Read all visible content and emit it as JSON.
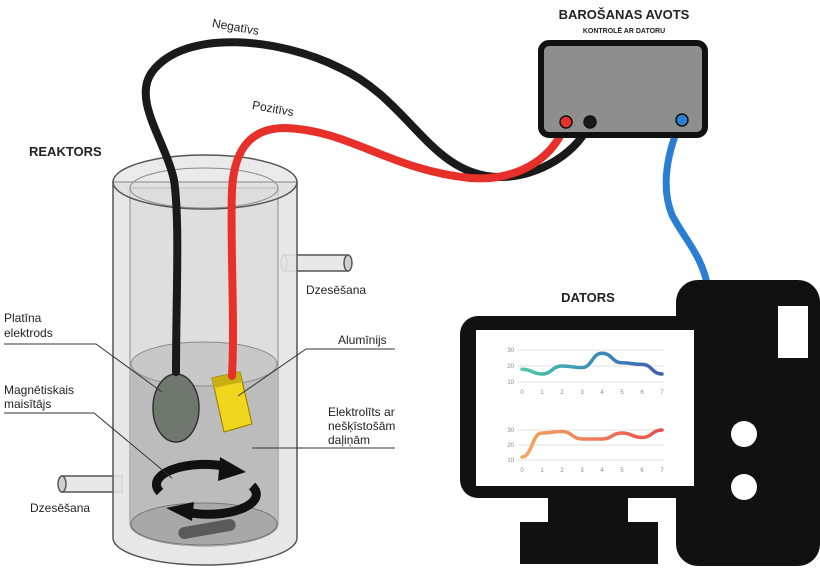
{
  "labels": {
    "negative": "Negatīvs",
    "positive": "Pozitīvs",
    "power_title": "BAROŠANAS AVOTS",
    "power_subtitle": "KONTROLĒ AR DATORU",
    "reactor": "REAKTORS",
    "cooling_top": "Dzesēšana",
    "cooling_bottom": "Dzesēšana",
    "computer": "DATORS",
    "platinum_line1": "Platīna",
    "platinum_line2": "elektrods",
    "aluminium": "Alumīnijs",
    "stirrer_line1": "Magnētiskais",
    "stirrer_line2": "maisītājs",
    "electrolyte_line1": "Elektrolīts ar",
    "electrolyte_line2": "nešķīstošām",
    "electrolyte_line3": "daļiņām"
  },
  "colors": {
    "negative_wire": "#1a1a1a",
    "positive_wire": "#e8302a",
    "data_cable": "#2a7fd4",
    "box": "#8e8e8e",
    "outline": "#111111"
  },
  "chart_data": [
    {
      "type": "line",
      "x": [
        0,
        1,
        2,
        3,
        4,
        5,
        6,
        7
      ],
      "y": [
        18,
        15,
        20,
        19,
        28,
        22,
        21,
        15
      ],
      "ylim": [
        10,
        30
      ],
      "yticks": [
        10,
        20,
        30
      ],
      "gradient": [
        "#4cc9a8",
        "#3a8fb8",
        "#3d5fb0"
      ]
    },
    {
      "type": "line",
      "x": [
        0,
        1,
        2,
        3,
        4,
        5,
        6,
        7
      ],
      "y": [
        12,
        28,
        29,
        24,
        24,
        28,
        25,
        30
      ],
      "ylim": [
        10,
        30
      ],
      "yticks": [
        10,
        20,
        30
      ],
      "gradient": [
        "#f4a460",
        "#f07e5a",
        "#e84d4d"
      ]
    }
  ]
}
